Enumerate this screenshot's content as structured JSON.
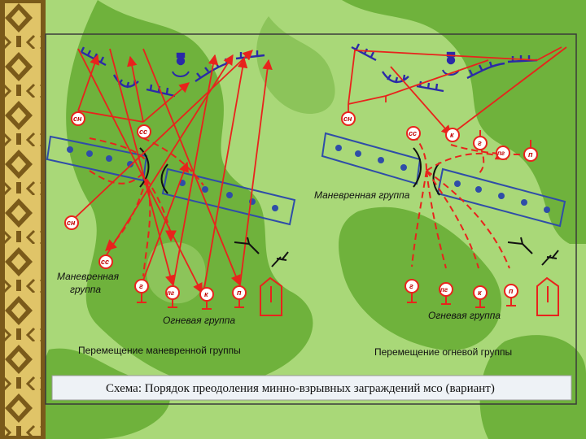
{
  "left_scheme": {
    "caption": "Перемещение маневренной группы",
    "group_label_line1": "Маневренная",
    "group_label_line2": "группа",
    "fire_group": "Огневая группа",
    "markers": {
      "sn_top": "сн",
      "ss_top": "сс",
      "sn_bottom": "сн",
      "ss_bottom": "сс",
      "g": "г",
      "pg": "пг",
      "k": "к",
      "p": "п"
    }
  },
  "right_scheme": {
    "caption": "Перемещение огневой группы",
    "maneuver_group": "Маневренная группа",
    "fire_group": "Огневая группа",
    "markers": {
      "sn": "сн",
      "ss": "сс",
      "k_top": "к",
      "g_top": "г",
      "pg_top": "пг",
      "p_top": "п",
      "g": "г",
      "pg": "пг",
      "k": "к",
      "p": "п"
    }
  },
  "footer": {
    "title": "Схема:  Порядок преодоления минно-взрывных заграждений мсо (вариант)"
  },
  "colors": {
    "route": "#e8231c",
    "vehicle": "#2f4da8",
    "wire": "#2a2aa8",
    "camo_light": "#a9d878",
    "camo_dark": "#6fb23c",
    "ornament": "#e8d078"
  }
}
